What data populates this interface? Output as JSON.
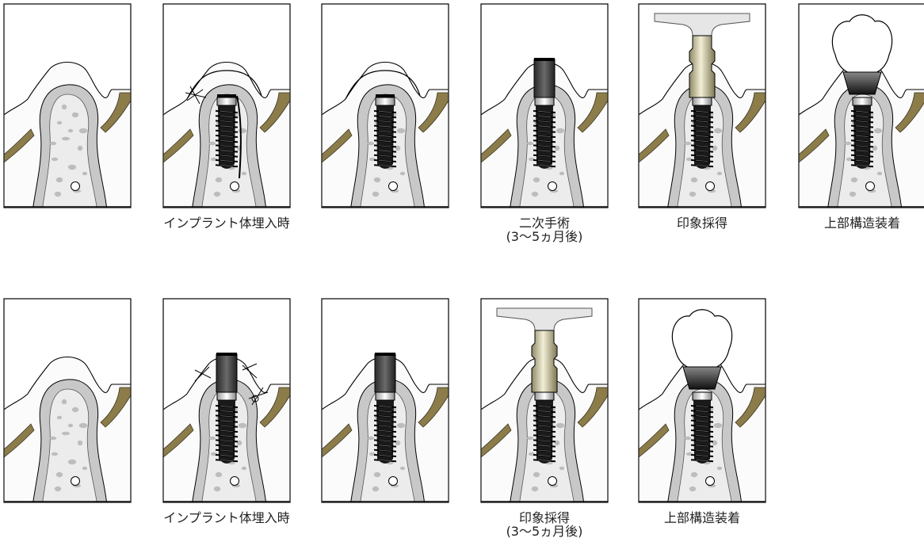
{
  "rows": [
    {
      "id": "two-stage",
      "panels": [
        {
          "stage": "bone",
          "caption": []
        },
        {
          "stage": "implant-sutured",
          "caption": [
            "インプラント体埋入時"
          ]
        },
        {
          "stage": "healing-submerged",
          "caption": []
        },
        {
          "stage": "healing-abutment",
          "caption": [
            "二次手術",
            "(3～5ヵ月後)"
          ]
        },
        {
          "stage": "impression",
          "caption": [
            "印象採得"
          ]
        },
        {
          "stage": "crown",
          "caption": [
            "上部構造装着"
          ]
        }
      ]
    },
    {
      "id": "one-stage",
      "panels": [
        {
          "stage": "bone",
          "caption": []
        },
        {
          "stage": "implant-abutment-sutured",
          "caption": [
            "インプラント体埋入時"
          ]
        },
        {
          "stage": "healing-abutment",
          "caption": []
        },
        {
          "stage": "impression",
          "caption": [
            "印象採得",
            "(3～5ヵ月後)"
          ]
        },
        {
          "stage": "crown",
          "caption": [
            "上部構造装着"
          ]
        }
      ]
    }
  ],
  "colors": {
    "gum": "#ffffff",
    "cortical": "#c8c8c8",
    "cancellous": "#ececec",
    "root": "#8c7c4a",
    "implant": "#1a1a1a",
    "abutment": "#444444",
    "metal": "#b9b38d",
    "coping": "#e6e6e6"
  }
}
